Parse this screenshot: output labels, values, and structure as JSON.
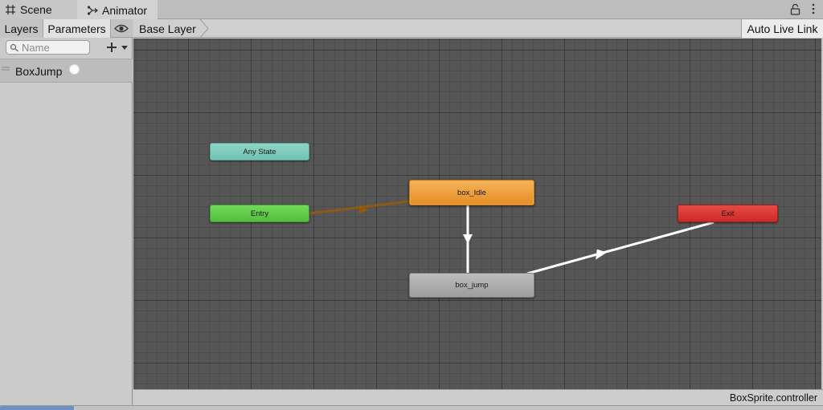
{
  "window_tabs": [
    {
      "label": "Scene",
      "icon": "grid-icon"
    },
    {
      "label": "Animator",
      "icon": "animator-icon"
    }
  ],
  "params_panel": {
    "tabs": {
      "layers": "Layers",
      "parameters": "Parameters"
    },
    "search": {
      "placeholder": "Name",
      "value": ""
    },
    "parameters": [
      {
        "name": "BoxJump",
        "type": "trigger"
      }
    ]
  },
  "breadcrumb": {
    "layer": "Base Layer"
  },
  "toolbar": {
    "auto_live_link": "Auto Live Link"
  },
  "states": {
    "any_state": "Any State",
    "entry": "Entry",
    "idle": "box_Idle",
    "jump": "box_jump",
    "exit": "Exit"
  },
  "colors": {
    "any_state": "#7fcabd",
    "entry": "#5ccb45",
    "default_state": "#eb9a35",
    "state": "#ababab",
    "exit": "#d63330",
    "entry_transition": "#8c5a12",
    "transition": "#ffffff"
  },
  "footer": {
    "filename": "BoxSprite.controller"
  }
}
